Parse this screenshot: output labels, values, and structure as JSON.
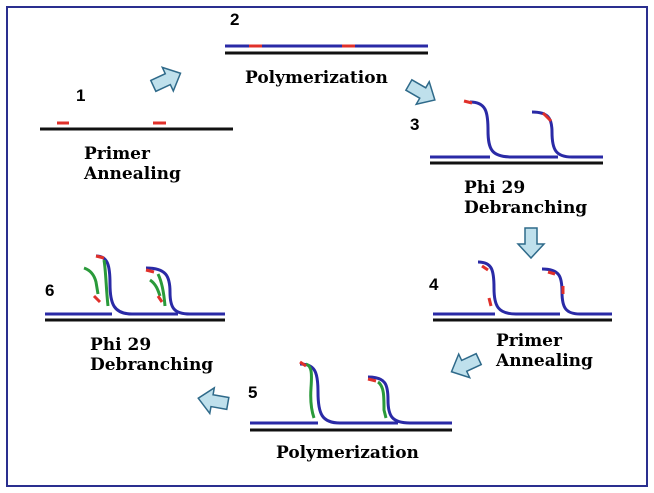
{
  "colors": {
    "frame": "#2a2f8f",
    "template_strand": "#111111",
    "new_strand": "#2a2aa6",
    "primer": "#e0302a",
    "extension": "#2a9a3a",
    "arrow_fill": "#bfe0ec",
    "arrow_stroke": "#2f6a8a"
  },
  "steps": [
    {
      "number": "1",
      "label": [
        "Primer",
        "Annealing"
      ]
    },
    {
      "number": "2",
      "label": [
        "Polymerization"
      ]
    },
    {
      "number": "3",
      "label": [
        "Phi 29",
        "Debranching"
      ]
    },
    {
      "number": "4",
      "label": [
        "Primer",
        "Annealing"
      ]
    },
    {
      "number": "5",
      "label": [
        "Polymerization"
      ]
    },
    {
      "number": "6",
      "label": [
        "Phi 29",
        "Debranching"
      ]
    }
  ],
  "arrow_icon": "block-arrow-icon"
}
